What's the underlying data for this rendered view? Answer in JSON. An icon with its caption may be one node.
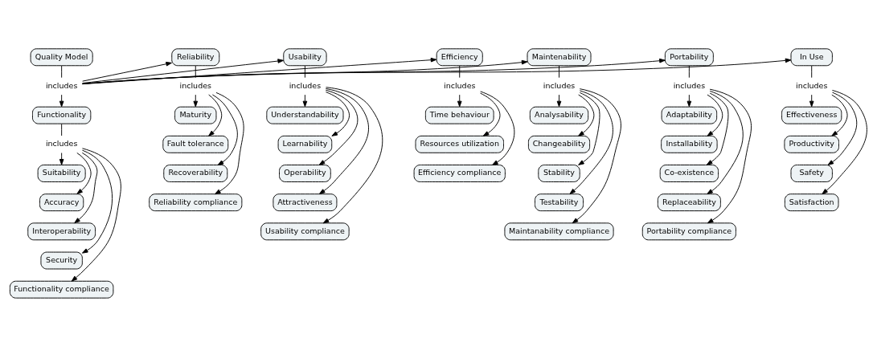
{
  "diagram": {
    "nodes": [
      {
        "text": [
          "Quality Model"
        ]
      },
      {
        "text": [
          "includes"
        ]
      },
      {
        "text": [
          "Functionality"
        ]
      },
      {
        "text": [
          "Reliability"
        ]
      },
      {
        "text": [
          "Usability"
        ]
      },
      {
        "text": [
          "Efficiency"
        ]
      },
      {
        "text": [
          "Maintenability"
        ]
      },
      {
        "text": [
          "Portability"
        ]
      },
      {
        "text": [
          "In Use"
        ]
      },
      {
        "text": [
          "includes"
        ]
      },
      {
        "text": [
          "Suitability"
        ]
      },
      {
        "text": [
          "Accuracy"
        ]
      },
      {
        "text": [
          "Interoperability"
        ]
      },
      {
        "text": [
          "Security"
        ]
      },
      {
        "text": [
          "Functionality compliance"
        ]
      },
      {
        "text": [
          "includes"
        ]
      },
      {
        "text": [
          "Maturity"
        ]
      },
      {
        "text": [
          "Fault tolerance"
        ]
      },
      {
        "text": [
          "Recoverability"
        ]
      },
      {
        "text": [
          "Reliability compliance"
        ]
      },
      {
        "text": [
          "includes"
        ]
      },
      {
        "text": [
          "Understandability"
        ]
      },
      {
        "text": [
          "Learnability"
        ]
      },
      {
        "text": [
          "Operability"
        ]
      },
      {
        "text": [
          "Attractiveness"
        ]
      },
      {
        "text": [
          "Usability compliance"
        ]
      },
      {
        "text": [
          "includes"
        ]
      },
      {
        "text": [
          "Time behaviour"
        ]
      },
      {
        "text": [
          "Resources utilization"
        ]
      },
      {
        "text": [
          "Efficiency compliance"
        ]
      },
      {
        "text": [
          "includes"
        ]
      },
      {
        "text": [
          "Analysability"
        ]
      },
      {
        "text": [
          "Changeability"
        ]
      },
      {
        "text": [
          "Stability"
        ]
      },
      {
        "text": [
          "Testability"
        ]
      },
      {
        "text": [
          "Maintanability compliance"
        ]
      },
      {
        "text": [
          "includes"
        ]
      },
      {
        "text": [
          "Adaptability"
        ]
      },
      {
        "text": [
          "Installability"
        ]
      },
      {
        "text": [
          "Co-existence"
        ]
      },
      {
        "text": [
          "Replaceability"
        ]
      },
      {
        "text": [
          "Portability compliance"
        ]
      },
      {
        "text": [
          "includes"
        ]
      },
      {
        "text": [
          "Effectiveness"
        ]
      },
      {
        "text": [
          "Productivity"
        ]
      },
      {
        "text": [
          "Safety"
        ]
      },
      {
        "text": [
          "Satisfaction"
        ]
      }
    ],
    "edges": [
      {
        "from": 0,
        "to": 1,
        "arrow": "none"
      },
      {
        "from": 1,
        "to": 2,
        "arrow": "to"
      },
      {
        "from": 1,
        "to": 3,
        "arrow": "to"
      },
      {
        "from": 1,
        "to": 4,
        "arrow": "to"
      },
      {
        "from": 1,
        "to": 5,
        "arrow": "to"
      },
      {
        "from": 1,
        "to": 6,
        "arrow": "to"
      },
      {
        "from": 1,
        "to": 7,
        "arrow": "to"
      },
      {
        "from": 1,
        "to": 8,
        "arrow": "to"
      },
      {
        "from": 2,
        "to": 9,
        "arrow": "none"
      },
      {
        "from": 9,
        "to": 10,
        "arrow": "to"
      },
      {
        "from": 9,
        "to": 11,
        "arrow": "to"
      },
      {
        "from": 9,
        "to": 12,
        "arrow": "to"
      },
      {
        "from": 9,
        "to": 13,
        "arrow": "to"
      },
      {
        "from": 9,
        "to": 14,
        "arrow": "to"
      },
      {
        "from": 3,
        "to": 15,
        "arrow": "none"
      },
      {
        "from": 15,
        "to": 16,
        "arrow": "to"
      },
      {
        "from": 15,
        "to": 17,
        "arrow": "to"
      },
      {
        "from": 15,
        "to": 18,
        "arrow": "to"
      },
      {
        "from": 15,
        "to": 19,
        "arrow": "to"
      },
      {
        "from": 4,
        "to": 20,
        "arrow": "none"
      },
      {
        "from": 20,
        "to": 21,
        "arrow": "to"
      },
      {
        "from": 20,
        "to": 22,
        "arrow": "to"
      },
      {
        "from": 20,
        "to": 23,
        "arrow": "to"
      },
      {
        "from": 20,
        "to": 24,
        "arrow": "to"
      },
      {
        "from": 20,
        "to": 25,
        "arrow": "to"
      },
      {
        "from": 5,
        "to": 26,
        "arrow": "none"
      },
      {
        "from": 26,
        "to": 27,
        "arrow": "to"
      },
      {
        "from": 26,
        "to": 28,
        "arrow": "to"
      },
      {
        "from": 26,
        "to": 29,
        "arrow": "to"
      },
      {
        "from": 6,
        "to": 30,
        "arrow": "none"
      },
      {
        "from": 30,
        "to": 31,
        "arrow": "to"
      },
      {
        "from": 30,
        "to": 32,
        "arrow": "to"
      },
      {
        "from": 30,
        "to": 33,
        "arrow": "to"
      },
      {
        "from": 30,
        "to": 34,
        "arrow": "to"
      },
      {
        "from": 30,
        "to": 35,
        "arrow": "to"
      },
      {
        "from": 7,
        "to": 36,
        "arrow": "none"
      },
      {
        "from": 36,
        "to": 37,
        "arrow": "to"
      },
      {
        "from": 36,
        "to": 38,
        "arrow": "to"
      },
      {
        "from": 36,
        "to": 39,
        "arrow": "to"
      },
      {
        "from": 36,
        "to": 40,
        "arrow": "to"
      },
      {
        "from": 36,
        "to": 41,
        "arrow": "to"
      },
      {
        "from": 8,
        "to": 42,
        "arrow": "none"
      },
      {
        "from": 42,
        "to": 43,
        "arrow": "to"
      },
      {
        "from": 42,
        "to": 44,
        "arrow": "to"
      },
      {
        "from": 42,
        "to": 45,
        "arrow": "to"
      },
      {
        "from": 42,
        "to": 46,
        "arrow": "to"
      }
    ]
  }
}
